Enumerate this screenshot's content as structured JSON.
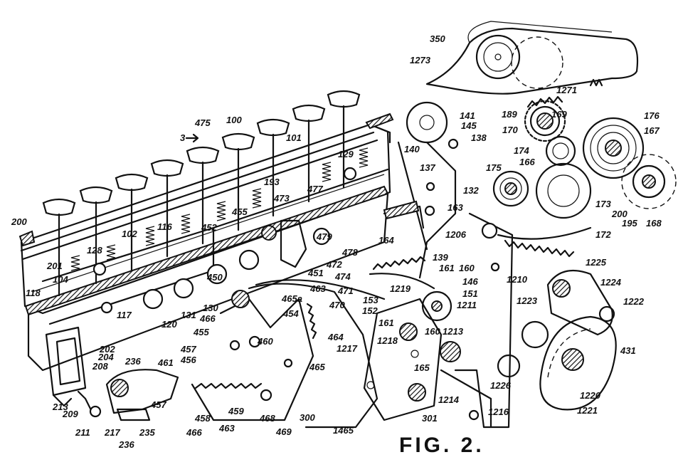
{
  "figure": {
    "caption": "FIG. 2.",
    "section_marker": "3",
    "labels": [
      {
        "id": "l350",
        "text": "350"
      },
      {
        "id": "l1273",
        "text": "1273"
      },
      {
        "id": "l1271",
        "text": "1271"
      },
      {
        "id": "l141",
        "text": "141"
      },
      {
        "id": "l145",
        "text": "145"
      },
      {
        "id": "l138",
        "text": "138"
      },
      {
        "id": "l140",
        "text": "140"
      },
      {
        "id": "l189",
        "text": "189"
      },
      {
        "id": "l170",
        "text": "170"
      },
      {
        "id": "l169",
        "text": "169"
      },
      {
        "id": "l176",
        "text": "176"
      },
      {
        "id": "l167",
        "text": "167"
      },
      {
        "id": "l174",
        "text": "174"
      },
      {
        "id": "l175",
        "text": "175"
      },
      {
        "id": "l166",
        "text": "166"
      },
      {
        "id": "l173",
        "text": "173"
      },
      {
        "id": "l200b",
        "text": "200"
      },
      {
        "id": "l195",
        "text": "195"
      },
      {
        "id": "l168",
        "text": "168"
      },
      {
        "id": "l172",
        "text": "172"
      },
      {
        "id": "l137",
        "text": "137"
      },
      {
        "id": "l132",
        "text": "132"
      },
      {
        "id": "l163",
        "text": "163"
      },
      {
        "id": "l164",
        "text": "164"
      },
      {
        "id": "l1206",
        "text": "1206"
      },
      {
        "id": "l139",
        "text": "139"
      },
      {
        "id": "l161a",
        "text": "161"
      },
      {
        "id": "l160a",
        "text": "160"
      },
      {
        "id": "l146",
        "text": "146"
      },
      {
        "id": "l151",
        "text": "151"
      },
      {
        "id": "l1211",
        "text": "1211"
      },
      {
        "id": "l1219",
        "text": "1219"
      },
      {
        "id": "l153",
        "text": "153"
      },
      {
        "id": "l152",
        "text": "152"
      },
      {
        "id": "l1210",
        "text": "1210"
      },
      {
        "id": "l1225",
        "text": "1225"
      },
      {
        "id": "l1224",
        "text": "1224"
      },
      {
        "id": "l1222",
        "text": "1222"
      },
      {
        "id": "l1223",
        "text": "1223"
      },
      {
        "id": "l161b",
        "text": "161"
      },
      {
        "id": "l1218",
        "text": "1218"
      },
      {
        "id": "l160b",
        "text": "160"
      },
      {
        "id": "l1213",
        "text": "1213"
      },
      {
        "id": "l1217",
        "text": "1217"
      },
      {
        "id": "l165",
        "text": "165"
      },
      {
        "id": "l1226",
        "text": "1226"
      },
      {
        "id": "l431",
        "text": "431"
      },
      {
        "id": "l1214",
        "text": "1214"
      },
      {
        "id": "l1216",
        "text": "1216"
      },
      {
        "id": "l1220",
        "text": "1220"
      },
      {
        "id": "l1221",
        "text": "1221"
      },
      {
        "id": "l301",
        "text": "301"
      },
      {
        "id": "l1465",
        "text": "1465"
      },
      {
        "id": "l475",
        "text": "475"
      },
      {
        "id": "l100",
        "text": "100"
      },
      {
        "id": "l101",
        "text": "101"
      },
      {
        "id": "l129",
        "text": "129"
      },
      {
        "id": "l193",
        "text": "193"
      },
      {
        "id": "l473",
        "text": "473"
      },
      {
        "id": "l477",
        "text": "477"
      },
      {
        "id": "l479",
        "text": "479"
      },
      {
        "id": "l478",
        "text": "478"
      },
      {
        "id": "l472",
        "text": "472"
      },
      {
        "id": "l451",
        "text": "451"
      },
      {
        "id": "l474",
        "text": "474"
      },
      {
        "id": "l465a",
        "text": "465a"
      },
      {
        "id": "l463a",
        "text": "463"
      },
      {
        "id": "l471",
        "text": "471"
      },
      {
        "id": "l470",
        "text": "470"
      },
      {
        "id": "l454",
        "text": "454"
      },
      {
        "id": "l464",
        "text": "464"
      },
      {
        "id": "l465b",
        "text": "465"
      },
      {
        "id": "l200a",
        "text": "200"
      },
      {
        "id": "l128",
        "text": "128"
      },
      {
        "id": "l102",
        "text": "102"
      },
      {
        "id": "l116",
        "text": "116"
      },
      {
        "id": "l452",
        "text": "452"
      },
      {
        "id": "l455a",
        "text": "455"
      },
      {
        "id": "l450",
        "text": "450"
      },
      {
        "id": "l201",
        "text": "201"
      },
      {
        "id": "l104",
        "text": "104"
      },
      {
        "id": "l118",
        "text": "118"
      },
      {
        "id": "l117",
        "text": "117"
      },
      {
        "id": "l120",
        "text": "120"
      },
      {
        "id": "l131",
        "text": "131"
      },
      {
        "id": "l130",
        "text": "130"
      },
      {
        "id": "l466a",
        "text": "466"
      },
      {
        "id": "l455b",
        "text": "455"
      },
      {
        "id": "l460",
        "text": "460"
      },
      {
        "id": "l457a",
        "text": "457"
      },
      {
        "id": "l456",
        "text": "456"
      },
      {
        "id": "l202",
        "text": "202"
      },
      {
        "id": "l204",
        "text": "204"
      },
      {
        "id": "l208",
        "text": "208"
      },
      {
        "id": "l236a",
        "text": "236"
      },
      {
        "id": "l461",
        "text": "461"
      },
      {
        "id": "l213",
        "text": "213"
      },
      {
        "id": "l209",
        "text": "209"
      },
      {
        "id": "l211",
        "text": "211"
      },
      {
        "id": "l217",
        "text": "217"
      },
      {
        "id": "l236b",
        "text": "236"
      },
      {
        "id": "l235",
        "text": "235"
      },
      {
        "id": "l457b",
        "text": "457"
      },
      {
        "id": "l458",
        "text": "458"
      },
      {
        "id": "l466b",
        "text": "466"
      },
      {
        "id": "l463b",
        "text": "463"
      },
      {
        "id": "l459",
        "text": "459"
      },
      {
        "id": "l468",
        "text": "468"
      },
      {
        "id": "l469",
        "text": "469"
      },
      {
        "id": "l300",
        "text": "300"
      }
    ]
  }
}
